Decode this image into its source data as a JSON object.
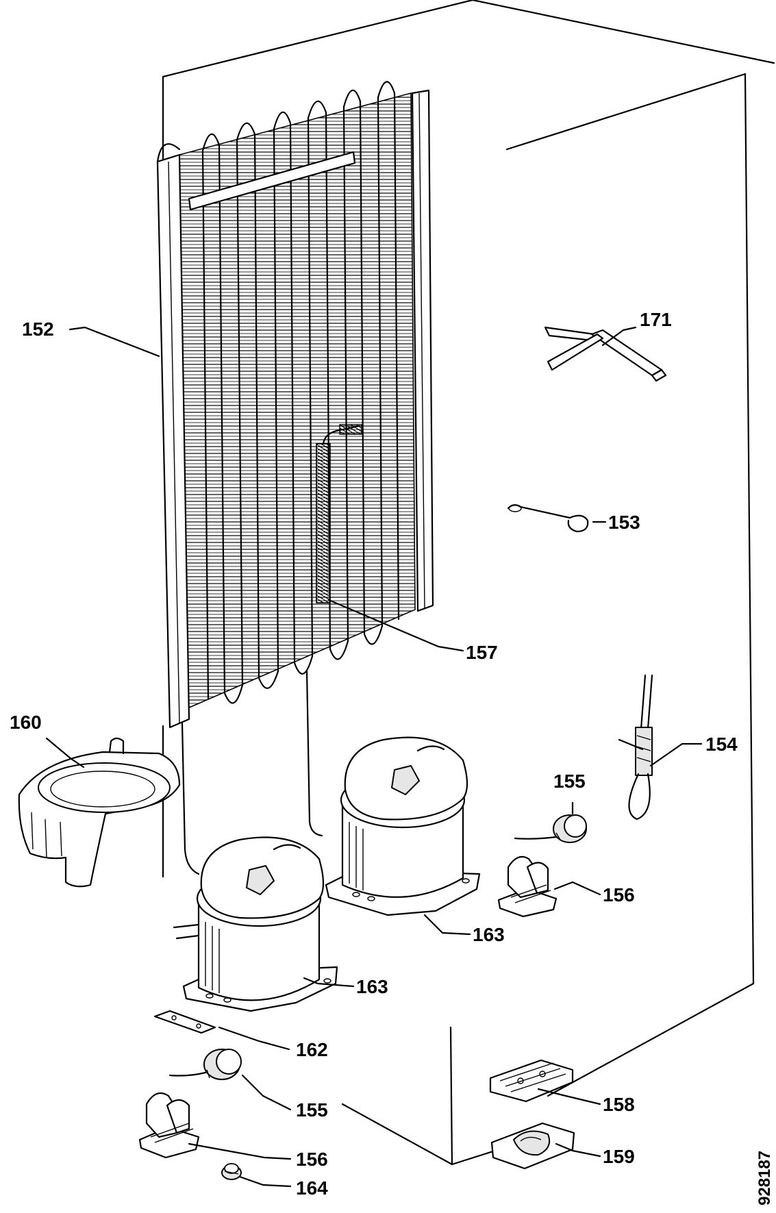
{
  "diagram": {
    "reference_code": "928187",
    "labels": {
      "p152": "152",
      "p171": "171",
      "p153": "153",
      "p157": "157",
      "p154": "154",
      "p160": "160",
      "p155_top": "155",
      "p156_top": "156",
      "p163_right": "163",
      "p163_left": "163",
      "p162": "162",
      "p155_bottom": "155",
      "p156_bottom": "156",
      "p164": "164",
      "p158": "158",
      "p159": "159"
    }
  }
}
